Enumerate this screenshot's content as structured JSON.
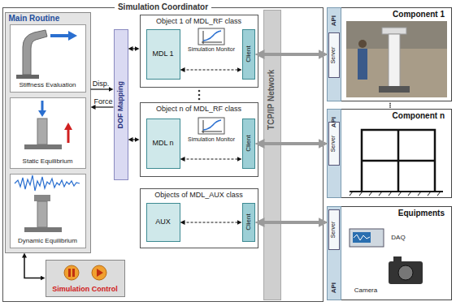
{
  "diagram": {
    "nodes": [
      {
        "text": [
          "Simulation Coordinator"
        ]
      },
      {
        "text": [
          "Main Routine"
        ],
        "in": 0
      },
      {
        "text": [
          "Stiffness Evaluation"
        ],
        "in": 1
      },
      {
        "text": [
          "Static Equilibrium"
        ],
        "in": 1
      },
      {
        "text": [
          "Dynamic Equilibrium"
        ],
        "in": 1
      },
      {
        "text": [
          "Simulation Control"
        ],
        "in": 0
      },
      {
        "text": [
          "DOF Mapping"
        ],
        "in": 0
      },
      {
        "text": [
          "Object 1 of MDL_RF class"
        ],
        "in": 0
      },
      {
        "text": [
          "MDL 1"
        ],
        "in": 7
      },
      {
        "text": [
          "Client"
        ],
        "in": 7
      },
      {
        "text": [
          "Object n of MDL_RF class"
        ],
        "in": 0
      },
      {
        "text": [
          "MDL n"
        ],
        "in": 10
      },
      {
        "text": [
          "Client"
        ],
        "in": 10
      },
      {
        "text": [
          "Objects of MDL_AUX class"
        ],
        "in": 0
      },
      {
        "text": [
          "AUX"
        ],
        "in": 13
      },
      {
        "text": [
          "Client"
        ],
        "in": 13
      },
      {
        "text": [
          "TCP/IP Network"
        ],
        "in": 0
      },
      {
        "text": [
          "Component 1"
        ]
      },
      {
        "text": [
          "API"
        ],
        "in": 17
      },
      {
        "text": [
          "Server"
        ],
        "in": 18
      },
      {
        "text": [
          "Component n"
        ]
      },
      {
        "text": [
          "API"
        ],
        "in": 20
      },
      {
        "text": [
          "Server"
        ],
        "in": 21
      },
      {
        "text": [
          "Equipments"
        ]
      },
      {
        "text": [
          "API"
        ],
        "in": 23
      },
      {
        "text": [
          "Server"
        ],
        "in": 24
      }
    ],
    "edges": [
      {
        "from": 1,
        "to": 6,
        "label": "Disp.",
        "arrow": "to"
      },
      {
        "from": 6,
        "to": 1,
        "label": "Force",
        "arrow": "to"
      },
      {
        "from": 6,
        "to": 7,
        "arrow": "both"
      },
      {
        "from": 6,
        "to": 10,
        "arrow": "both"
      },
      {
        "from": 8,
        "to": 9,
        "arrow": "both"
      },
      {
        "from": 11,
        "to": 12,
        "arrow": "both"
      },
      {
        "from": 14,
        "to": 15,
        "arrow": "both"
      },
      {
        "from": 9,
        "to": 19,
        "arrow": "both"
      },
      {
        "from": 12,
        "to": 22,
        "arrow": "both"
      },
      {
        "from": 15,
        "to": 25,
        "arrow": "both"
      },
      {
        "from": 1,
        "to": 5,
        "arrow": "both"
      }
    ],
    "labels": [
      "Simulation Monitor",
      "Simulation Monitor",
      "DAQ",
      "Camera"
    ]
  }
}
